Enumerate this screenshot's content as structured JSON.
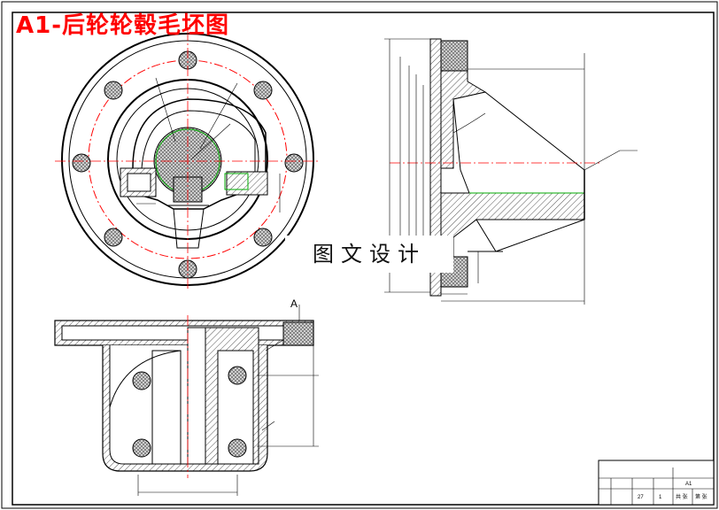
{
  "title": "A1-后轮轮毂毛坯图",
  "watermark": "图文设计",
  "section_label": "A",
  "title_block": {
    "size": "A1",
    "cell_scale": "27",
    "cell_sheet": "1",
    "cell_a": "共 张",
    "cell_b": "第 张"
  },
  "colors": {
    "centerline": "#ff0000",
    "hatch": "#c0c0c0",
    "green": "#00aa00",
    "outline": "#000000"
  }
}
